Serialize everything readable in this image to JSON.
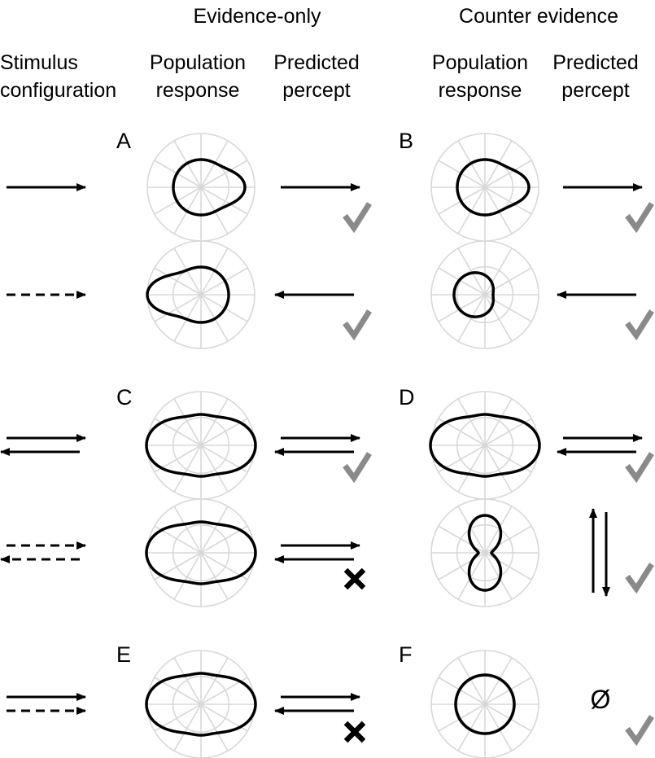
{
  "headers": {
    "evidence_only": "Evidence-only",
    "counter_evidence": "Counter evidence",
    "stimulus_line1": "Stimulus",
    "stimulus_line2": "configuration",
    "pop_response_line1": "Population",
    "pop_response_line2": "response",
    "predicted_line1": "Predicted",
    "predicted_line2": "percept"
  },
  "panel_letters": [
    "A",
    "B",
    "C",
    "D",
    "E",
    "F"
  ],
  "null_percept": "Ø",
  "colors": {
    "grid": "#d8d8d8",
    "check": "#8a8a8a",
    "ink": "#000000"
  },
  "rows": [
    {
      "stimulus": "right-solid",
      "evidence_only": {
        "response": "rightward-lobe",
        "percept": "right",
        "mark": "check-icon"
      },
      "counter_evidence": {
        "response": "rightward-lobe",
        "percept": "right",
        "mark": "check-icon"
      }
    },
    {
      "stimulus": "right-dashed",
      "evidence_only": {
        "response": "leftward-lobe",
        "percept": "left",
        "mark": "check-icon"
      },
      "counter_evidence": {
        "response": "cardioid-left",
        "percept": "left",
        "mark": "check-icon"
      }
    },
    {
      "stimulus": "right-left-solid",
      "evidence_only": {
        "response": "horizontal-bilobe",
        "percept": "right-left",
        "mark": "check-icon"
      },
      "counter_evidence": {
        "response": "horizontal-bilobe",
        "percept": "right-left",
        "mark": "check-icon"
      }
    },
    {
      "stimulus": "right-left-dashed",
      "evidence_only": {
        "response": "horizontal-bilobe",
        "percept": "right-left",
        "mark": "cross-icon"
      },
      "counter_evidence": {
        "response": "vertical-figure-eight",
        "percept": "up-down",
        "mark": "check-icon"
      }
    },
    {
      "stimulus": "right-solid-right-dashed",
      "evidence_only": {
        "response": "horizontal-bilobe",
        "percept": "right-left",
        "mark": "cross-icon"
      },
      "counter_evidence": {
        "response": "circle",
        "percept": "null",
        "mark": "check-icon"
      }
    }
  ]
}
